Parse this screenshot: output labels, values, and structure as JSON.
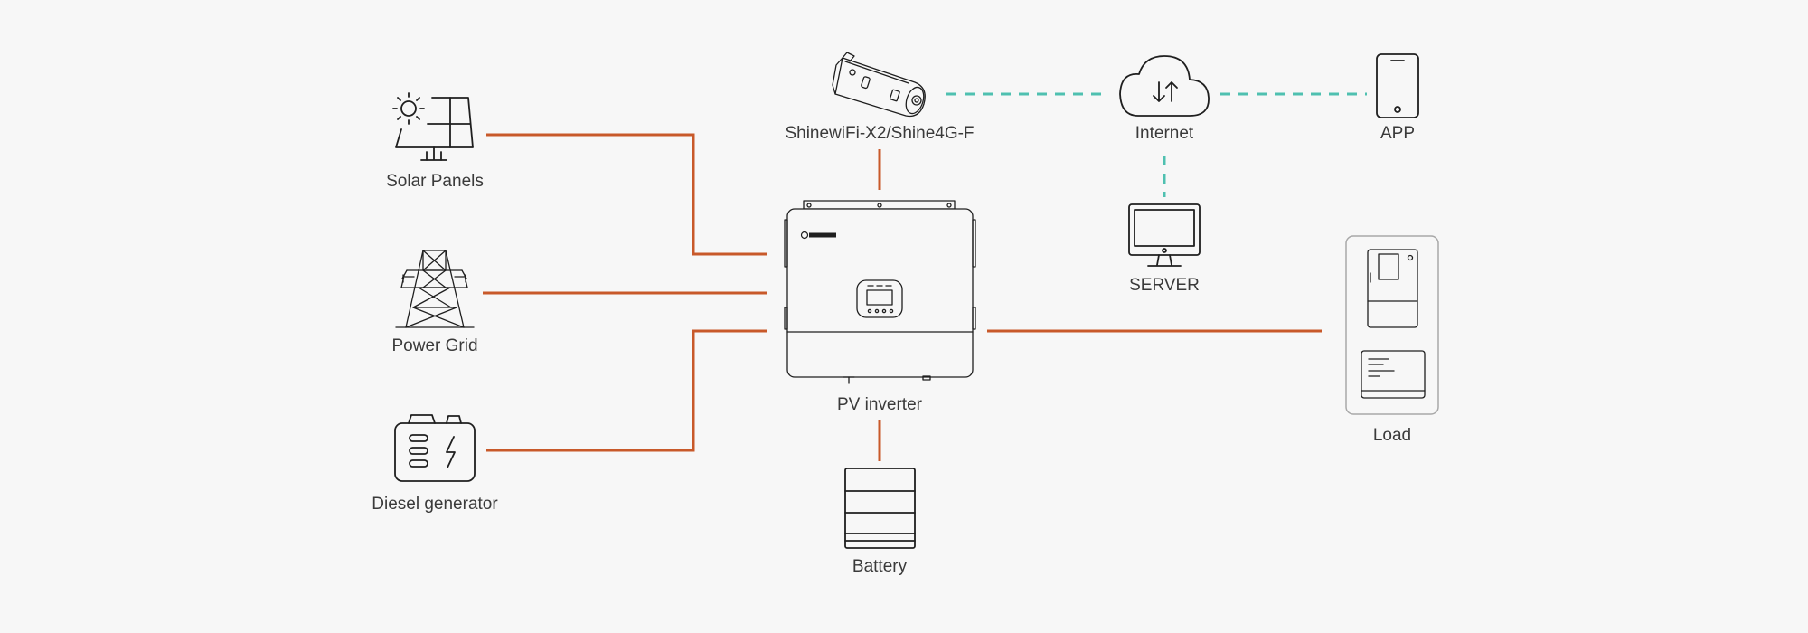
{
  "nodes": {
    "solar": {
      "label": "Solar Panels"
    },
    "grid": {
      "label": "Power Grid"
    },
    "generator": {
      "label": "Diesel generator"
    },
    "wifi": {
      "label": "ShinewiFi-X2/Shine4G-F"
    },
    "internet": {
      "label": "Internet"
    },
    "app": {
      "label": "APP"
    },
    "server": {
      "label": "SERVER"
    },
    "inverter": {
      "label": "PV inverter"
    },
    "battery": {
      "label": "Battery"
    },
    "load": {
      "label": "Load"
    }
  },
  "colors": {
    "power_line": "#c8592a",
    "data_line": "#4fc0b0",
    "background": "#f7f7f7",
    "text": "#3a3a3a"
  },
  "links": [
    {
      "from": "solar",
      "to": "inverter",
      "kind": "power"
    },
    {
      "from": "grid",
      "to": "inverter",
      "kind": "power"
    },
    {
      "from": "generator",
      "to": "inverter",
      "kind": "power"
    },
    {
      "from": "wifi",
      "to": "inverter",
      "kind": "power"
    },
    {
      "from": "inverter",
      "to": "battery",
      "kind": "power"
    },
    {
      "from": "inverter",
      "to": "load",
      "kind": "power"
    },
    {
      "from": "wifi",
      "to": "internet",
      "kind": "data"
    },
    {
      "from": "internet",
      "to": "app",
      "kind": "data"
    },
    {
      "from": "internet",
      "to": "server",
      "kind": "data"
    }
  ]
}
